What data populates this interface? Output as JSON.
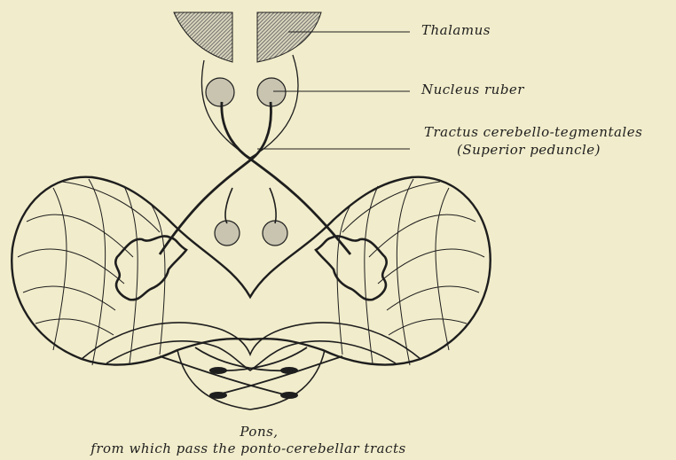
{
  "labels": {
    "thalamus": "Thalamus",
    "nucleus_ruber": "Nucleus ruber",
    "tractus_line1": "Tractus cerebello-tegmentales",
    "tractus_line2": "(Superior peduncle)",
    "pons_line1": "Pons,",
    "pons_line2": "from which pass the ponto-cerebellar tracts"
  },
  "colors": {
    "background": "#f1eccb",
    "ink": "#1e1e1e",
    "nucleus_fill": "#c8c4b0"
  }
}
